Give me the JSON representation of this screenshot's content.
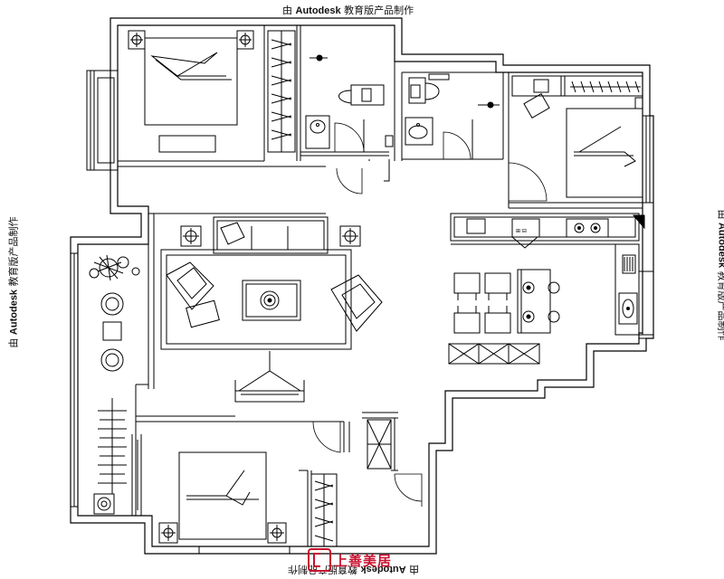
{
  "watermark": {
    "prefix": "由",
    "brand": "Autodesk",
    "suffix": "教育版产品制作"
  },
  "logo": {
    "name": "上善美居",
    "color": "#c8102e"
  },
  "icons": [
    "bed-icon",
    "sofa-icon",
    "toilet-icon",
    "washbasin-icon",
    "stove-icon",
    "sink-icon",
    "dining-table-icon",
    "washing-machine-icon",
    "plant-icon",
    "wardrobe-icon",
    "tv-cabinet-icon"
  ]
}
